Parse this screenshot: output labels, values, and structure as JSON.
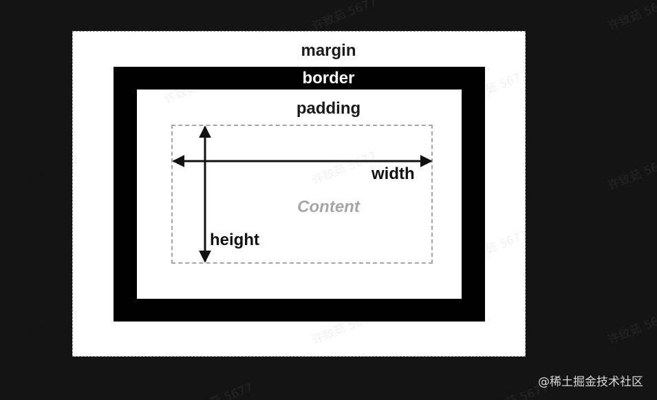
{
  "diagram": {
    "margin_label": "margin",
    "border_label": "border",
    "padding_label": "padding",
    "content_label": "Content",
    "width_label": "width",
    "height_label": "height"
  },
  "watermark": {
    "text": "许致茹 5677"
  },
  "footer": {
    "credit": "@稀土掘金技术社区"
  },
  "colors": {
    "background": "#141414",
    "margin_fill": "#ffffff",
    "border_fill": "#000000",
    "padding_fill": "#ffffff",
    "content_dash": "#a6a6a6"
  }
}
